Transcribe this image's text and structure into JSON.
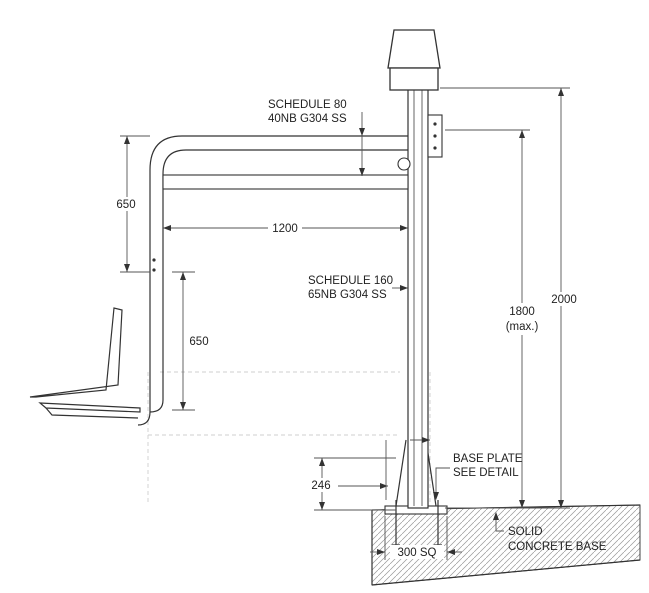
{
  "labels": {
    "schedule80_line1": "SCHEDULE 80",
    "schedule80_line2": "40NB G304 SS",
    "schedule160_line1": "SCHEDULE 160",
    "schedule160_line2": "65NB G304 SS",
    "base_plate_line1": "BASE PLATE",
    "base_plate_line2": "SEE DETAIL",
    "concrete_line1": "SOLID",
    "concrete_line2": "CONCRETE BASE"
  },
  "dimensions": {
    "arm_height": "650",
    "arm_length": "1200",
    "seat_drop": "650",
    "post_height_value": "1800",
    "post_height_note": "(max.)",
    "overall_height": "2000",
    "footing_height": "246",
    "base_plate_size": "300 SQ"
  }
}
